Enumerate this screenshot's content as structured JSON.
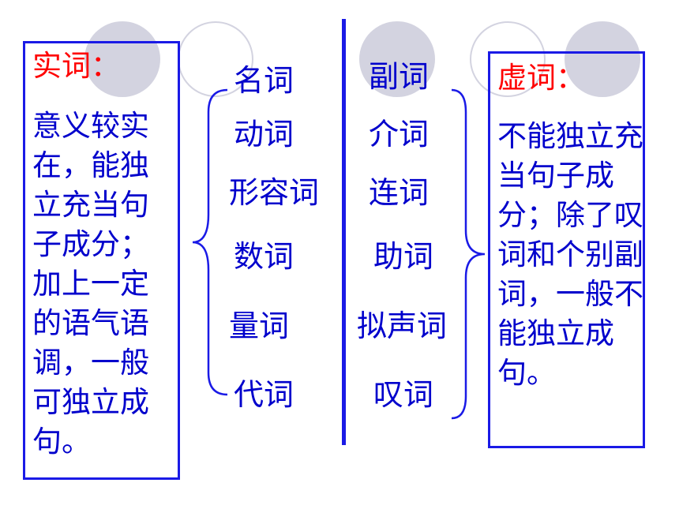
{
  "colors": {
    "accent": "#1a1ae6",
    "title": "#ff0000",
    "text": "#0000cc",
    "circle": "#d3d3e0"
  },
  "content_words": {
    "title": "实词：",
    "description": "意义较实在，能独立充当句子成分；加上一定的语气语调，一般可独立成句。",
    "items": [
      "名词",
      "动词",
      "形容词",
      "数词",
      "量词",
      "代词"
    ]
  },
  "function_words": {
    "title": "虚词：",
    "description": "不能独立充当句子成分；除了叹词和个别副词，一般不能独立成句。",
    "items": [
      "副词",
      "介词",
      "连词",
      "助词",
      "拟声词",
      "叹词"
    ]
  }
}
